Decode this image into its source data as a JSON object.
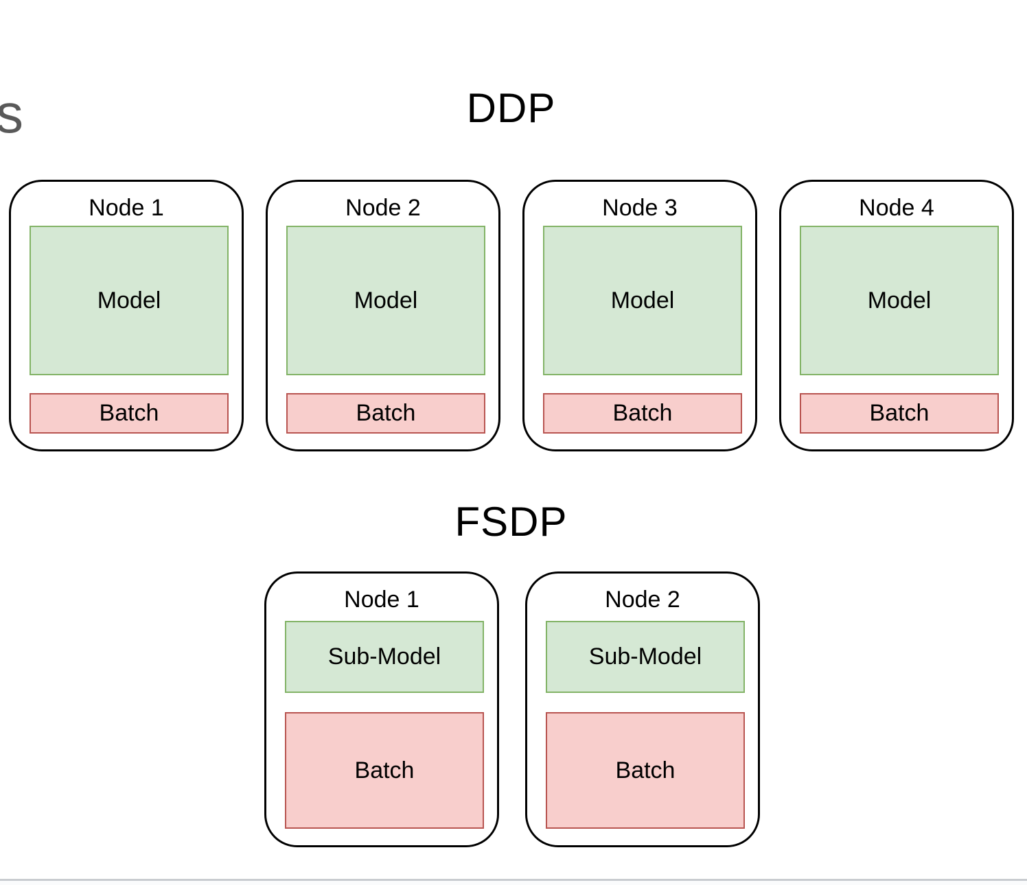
{
  "page": {
    "partial_heading_text": "s"
  },
  "colors": {
    "model_fill": "#d5e8d4",
    "model_border": "#82b366",
    "batch_fill": "#f8cecc",
    "batch_border": "#b85450",
    "node_border": "#000000",
    "title_color": "#000000",
    "partial_heading_color": "#595959",
    "divider_color": "#c9ccd0",
    "below_divider_fill": "#fafbfc"
  },
  "diagram": {
    "sections": [
      {
        "title": "DDP",
        "nodes": [
          {
            "label": "Node 1",
            "model": "Model",
            "batch": "Batch"
          },
          {
            "label": "Node 2",
            "model": "Model",
            "batch": "Batch"
          },
          {
            "label": "Node 3",
            "model": "Model",
            "batch": "Batch"
          },
          {
            "label": "Node 4",
            "model": "Model",
            "batch": "Batch"
          }
        ]
      },
      {
        "title": "FSDP",
        "nodes": [
          {
            "label": "Node 1",
            "model": "Sub-Model",
            "batch": "Batch"
          },
          {
            "label": "Node 2",
            "model": "Sub-Model",
            "batch": "Batch"
          }
        ]
      }
    ]
  }
}
